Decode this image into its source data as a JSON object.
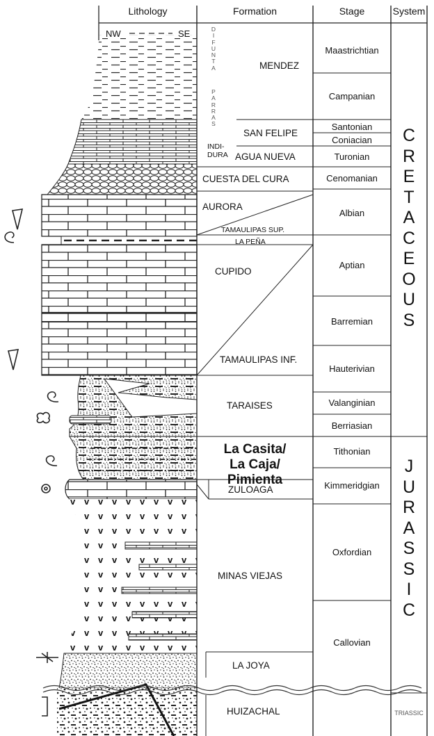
{
  "headers": {
    "lithology": "Lithology",
    "formation": "Formation",
    "stage": "Stage",
    "system": "System"
  },
  "lithology_note": {
    "nw": "NW",
    "se": "SE"
  },
  "formations": {
    "mendez": "MENDEZ",
    "difunta": "D\nI\nF\nU\nN\nT\nA",
    "parras": "P\nA\nR\nR\nA\nS",
    "san_felipe": "SAN FELIPE",
    "indidura": "INDI-\nDURA",
    "agua_nueva": "AGUA NUEVA",
    "cuesta_del_cura": "CUESTA DEL CURA",
    "aurora": "AURORA",
    "tamaulipas_sup": "TAMAULIPAS SUP.",
    "la_pena": "LA PEÑA",
    "cupido": "CUPIDO",
    "tamaulipas_inf": "TAMAULIPAS INF.",
    "taraises": "TARAISES",
    "la_casita": "La Casita/\nLa Caja/\nPimienta",
    "zuloaga": "ZULOAGA",
    "minas_viejas": "MINAS VIEJAS",
    "la_joya": "LA JOYA",
    "huizachal": "HUIZACHAL"
  },
  "stages": [
    "Maastrichtian",
    "Campanian",
    "Santonian",
    "Coniacian",
    "Turonian",
    "Cenomanian",
    "Albian",
    "Aptian",
    "Barremian",
    "Hauterivian",
    "Valanginian",
    "Berriasian",
    "Tithonian",
    "Kimmeridgian",
    "Oxfordian",
    "Callovian"
  ],
  "systems": {
    "cretaceous": "C\nR\nE\nT\nA\nC\nE\nO\nU\nS",
    "jurassic": "J\nU\nR\nA\nS\nS\nI\nC",
    "triassic": "TRIASSIC"
  },
  "fossil_icons": [
    "belemnite-icon",
    "ammonite-icon",
    "belemnite-icon",
    "ammonite-icon",
    "coral-icon",
    "ammonite-icon",
    "oolite-icon",
    "plant-icon",
    "bivalve-bracket-icon"
  ]
}
